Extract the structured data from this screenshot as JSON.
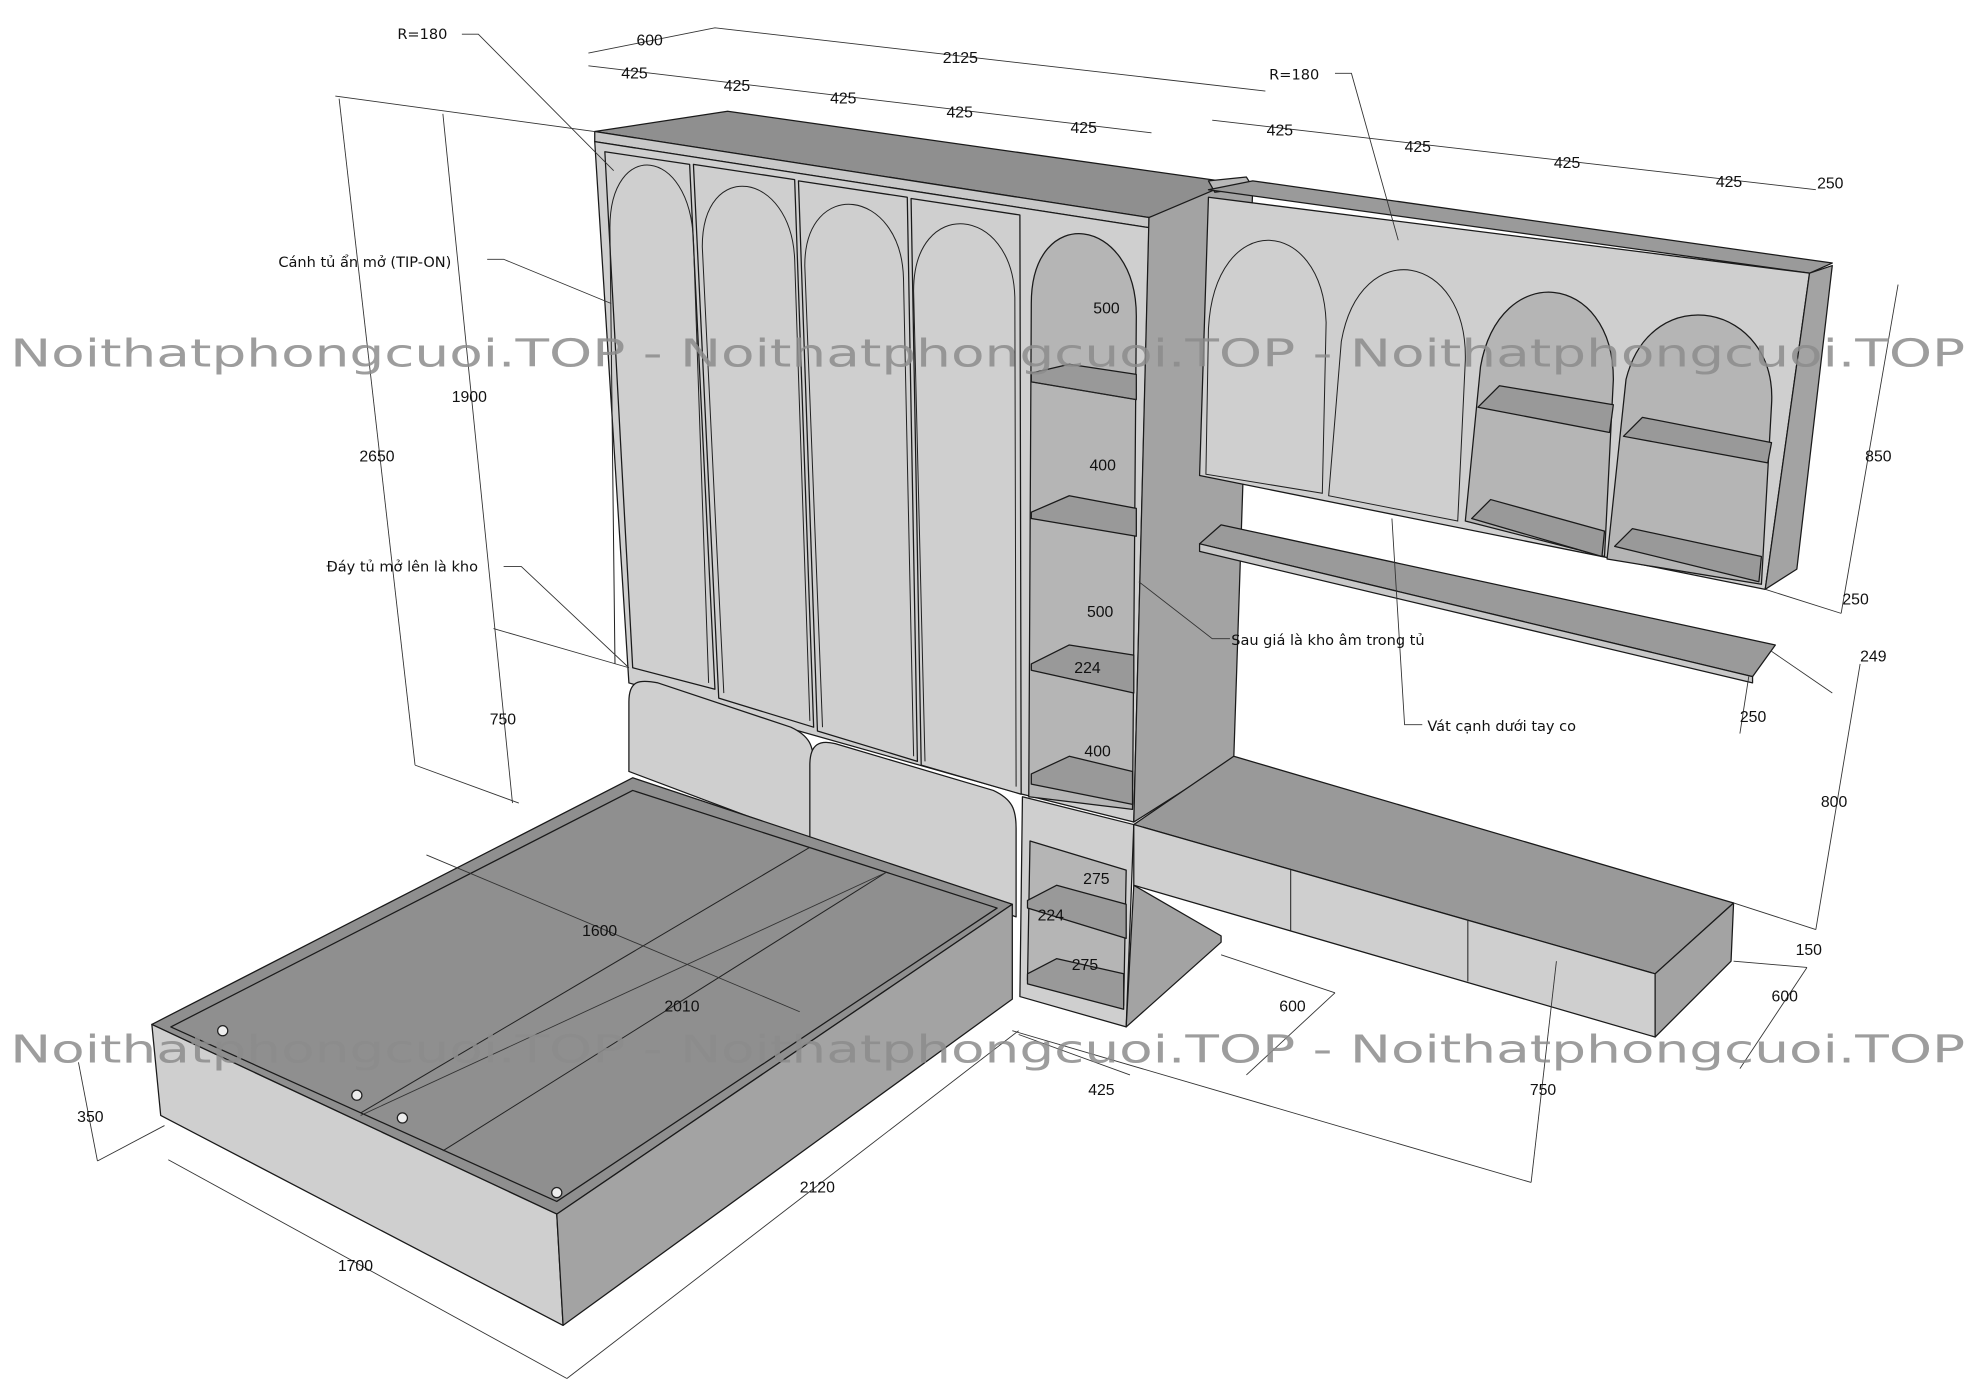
{
  "title_notes": {
    "radius_left": "R=180",
    "radius_right": "R=180",
    "tip_on": "Cánh tủ ẩn mở (TIP-ON)",
    "storage_base": "Đáy tủ mở lên là kho",
    "hidden_storage": "Sau giá là kho âm trong tủ",
    "bevel_edge": "Vát cạnh dưới tay co"
  },
  "watermark": "Noithatphongcuoi.TOP - Noithatphongcuoi.TOP - Noithatphongcuoi.TOP",
  "colors": {
    "top_dark": "#8f8f8f",
    "front_light": "#cfcfcf",
    "side_mid": "#a3a3a3",
    "line": "#1a1a1a"
  },
  "dims": {
    "wardrobe_depth": "600",
    "wardrobe_width": "2125",
    "wardrobe_modules": [
      "425",
      "425",
      "425",
      "425",
      "425"
    ],
    "wall_modules": [
      "425",
      "425",
      "425",
      "425"
    ],
    "wall_depth_top": "250",
    "total_height": "2650",
    "door_height": "1900",
    "base_height": "750",
    "shelf_column": [
      "500",
      "400",
      "500",
      "224",
      "400"
    ],
    "lower_column": [
      "275",
      "224",
      "275"
    ],
    "wall_cab_height": "850",
    "wall_cab_depth": "250",
    "shelf_gap": "249",
    "shelf_depth": "250",
    "desk_height": "800",
    "desk_thickness": "150",
    "desk_depth": "600",
    "desk_length": "750",
    "desk_leg_depth": "600",
    "lower_column_width": "425",
    "bed_inner_width": "1600",
    "bed_inner_length": "2010",
    "bed_height": "350",
    "bed_width": "1700",
    "bed_length": "2120"
  }
}
